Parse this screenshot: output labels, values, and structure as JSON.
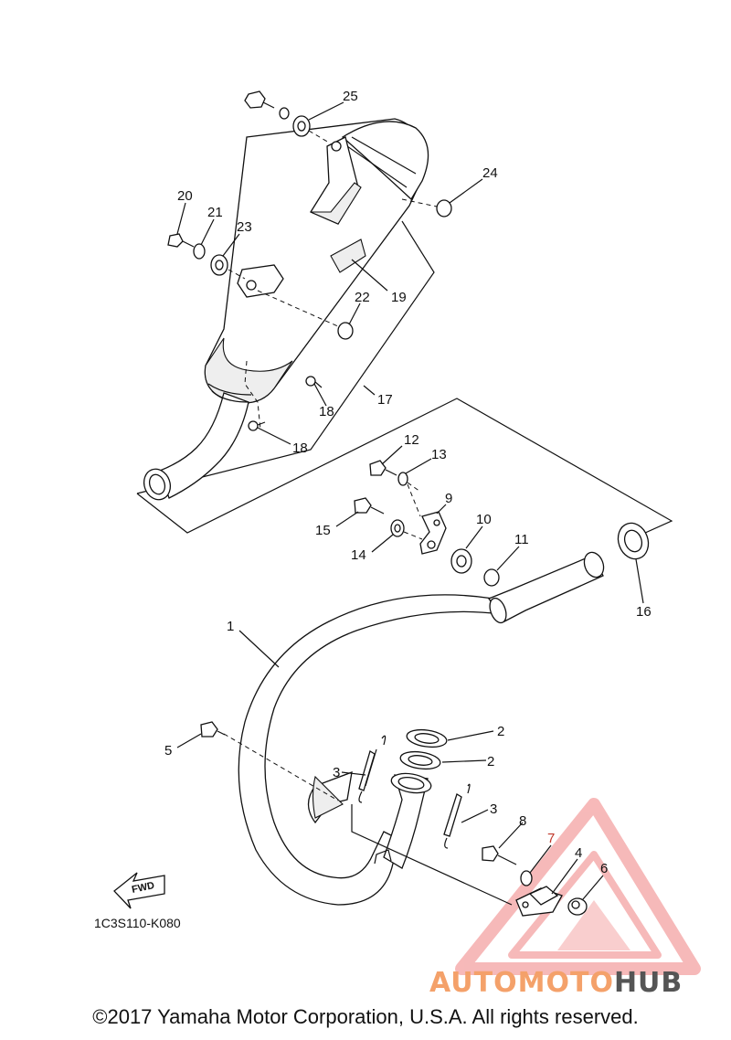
{
  "diagram": {
    "part_labels": [
      {
        "id": "1",
        "text": "1"
      },
      {
        "id": "2a",
        "text": "2"
      },
      {
        "id": "2b",
        "text": "2"
      },
      {
        "id": "3a",
        "text": "3"
      },
      {
        "id": "3b",
        "text": "3"
      },
      {
        "id": "4",
        "text": "4"
      },
      {
        "id": "5",
        "text": "5"
      },
      {
        "id": "6",
        "text": "6"
      },
      {
        "id": "7",
        "text": "7"
      },
      {
        "id": "8",
        "text": "8"
      },
      {
        "id": "9",
        "text": "9"
      },
      {
        "id": "10",
        "text": "10"
      },
      {
        "id": "11",
        "text": "11"
      },
      {
        "id": "12",
        "text": "12"
      },
      {
        "id": "13",
        "text": "13"
      },
      {
        "id": "14",
        "text": "14"
      },
      {
        "id": "15",
        "text": "15"
      },
      {
        "id": "16",
        "text": "16"
      },
      {
        "id": "17",
        "text": "17"
      },
      {
        "id": "18a",
        "text": "18"
      },
      {
        "id": "18b",
        "text": "18"
      },
      {
        "id": "19",
        "text": "19"
      },
      {
        "id": "20",
        "text": "20"
      },
      {
        "id": "21",
        "text": "21"
      },
      {
        "id": "22",
        "text": "22"
      },
      {
        "id": "23",
        "text": "23"
      },
      {
        "id": "24",
        "text": "24"
      },
      {
        "id": "25",
        "text": "25"
      }
    ],
    "diagram_code": "1C3S110-K080",
    "fwd_label": "FWD",
    "copyright": "©2017 Yamaha Motor Corporation, U.S.A. All rights reserved."
  },
  "watermark": {
    "text_part1": "AUTOMOTO",
    "text_part2": "HUB",
    "colors": {
      "triangle": "#f08080",
      "part1": "#f4a16a",
      "part2": "#555555"
    }
  }
}
